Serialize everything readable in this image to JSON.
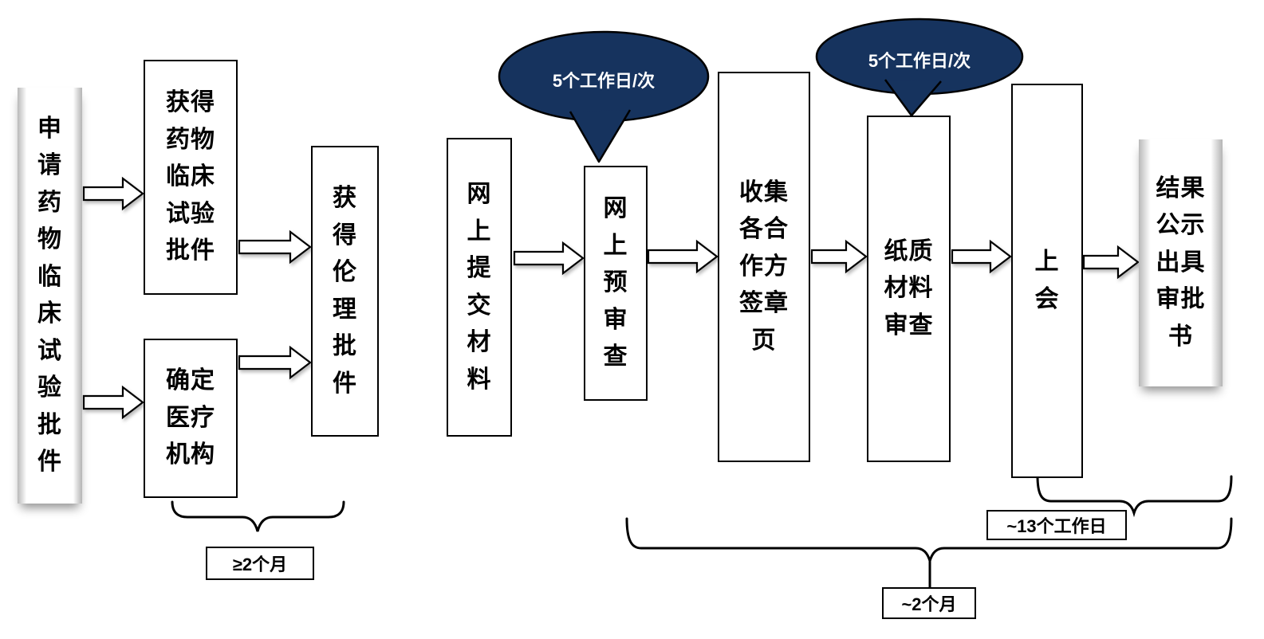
{
  "diagram": {
    "language": "zh-CN",
    "background": "#ffffff"
  },
  "nodes": [
    {
      "name": "apply-clinical-trial-approval",
      "label": "申请药物临床试验批件",
      "display": "申\n请\n药\n物\n临\n床\n试\n验\n批\n件"
    },
    {
      "name": "obtain-drug-trial-approval",
      "label": "获得药物临床试验批件",
      "display": "获得\n药物\n临床\n试验\n批件"
    },
    {
      "name": "confirm-medical-institution",
      "label": "确定医疗机构",
      "display": "确定\n医疗\n机构"
    },
    {
      "name": "obtain-ethics-approval",
      "label": "获得伦理批件",
      "display": "获\n得\n伦\n理\n批\n件"
    },
    {
      "name": "online-submit-materials",
      "label": "网上提交材料",
      "display": "网\n上\n提\n交\n材\n料"
    },
    {
      "name": "online-pre-review",
      "label": "网上预审查",
      "display": "网\n上\n预\n审\n查"
    },
    {
      "name": "collect-partner-signature-pages",
      "label": "收集各合作方签章页",
      "display": "收集\n各合\n作方\n签章\n页"
    },
    {
      "name": "paper-material-review",
      "label": "纸质材料审查",
      "display": "纸质\n材料\n审查"
    },
    {
      "name": "committee-meeting",
      "label": "上会",
      "display": "上\n会"
    },
    {
      "name": "result-publication-approval",
      "label": "结果公示出具审批书",
      "display": "结果\n公示\n出具\n审批\n书"
    }
  ],
  "callouts": [
    {
      "name": "callout-pre-review",
      "text": "5个工作日/次"
    },
    {
      "name": "callout-paper-review",
      "text": "5个工作日/次"
    }
  ],
  "duration_labels": [
    {
      "name": "duration-ethics-stage",
      "text": "≥2个月"
    },
    {
      "name": "duration-meeting-stage",
      "text": "~13个工作日"
    },
    {
      "name": "duration-review-stage",
      "text": "~2个月"
    }
  ],
  "colors": {
    "callout_fill": "#16335e",
    "callout_text": "#ffffff",
    "box_border": "#000000",
    "arrow_fill": "#ffffff"
  }
}
